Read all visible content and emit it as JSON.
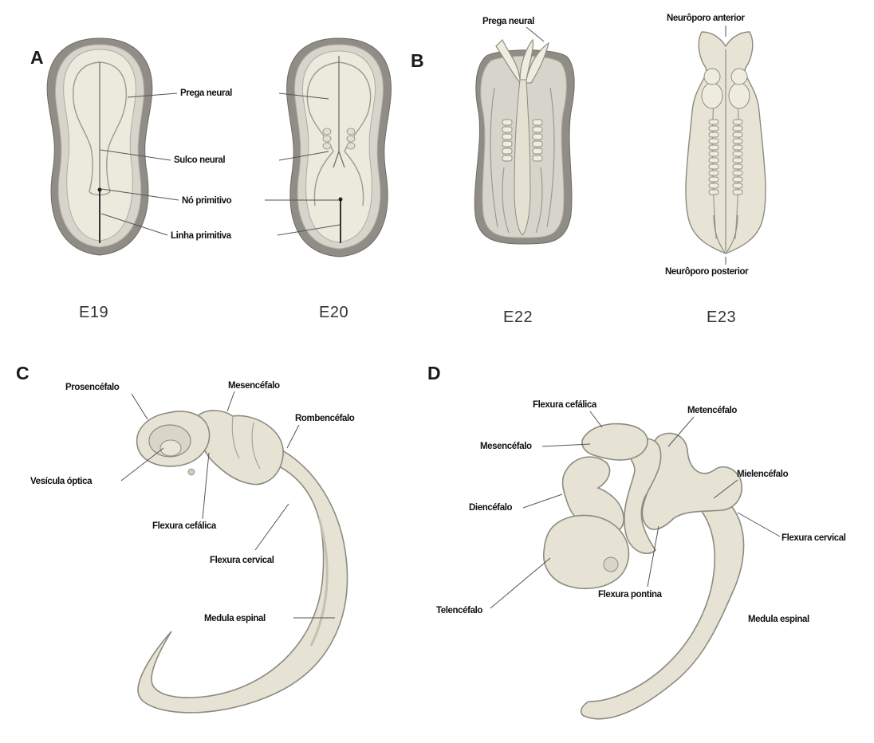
{
  "panels": {
    "A": {
      "letter": "A",
      "stages": [
        "E19",
        "E20"
      ],
      "labels": {
        "prega_neural": "Prega neural",
        "sulco_neural": "Sulco neural",
        "no_primitivo": "Nó primitivo",
        "linha_primitiva": "Linha primitiva"
      }
    },
    "B": {
      "letter": "B",
      "stages": [
        "E22",
        "E23"
      ],
      "labels": {
        "prega_neural": "Prega neural",
        "neuroporo_anterior": "Neurôporo anterior",
        "neuroporo_posterior": "Neurôporo posterior"
      }
    },
    "C": {
      "letter": "C",
      "labels": {
        "prosencefalo": "Prosencéfalo",
        "mesencefalo": "Mesencéfalo",
        "rombencefalo": "Rombencéfalo",
        "vesicula_optica": "Vesícula óptica",
        "flexura_cefalica": "Flexura cefálica",
        "flexura_cervical": "Flexura cervical",
        "medula_espinal": "Medula espinal"
      }
    },
    "D": {
      "letter": "D",
      "labels": {
        "flexura_cefalica": "Flexura cefálica",
        "metencefalo": "Metencéfalo",
        "mesencefalo": "Mesencéfalo",
        "mielencefalo": "Mielencéfalo",
        "diencefalo": "Diencéfalo",
        "flexura_cervical": "Flexura cervical",
        "flexura_pontina": "Flexura pontina",
        "telencefalo": "Telencéfalo",
        "medula_espinal": "Medula espinal"
      }
    }
  }
}
